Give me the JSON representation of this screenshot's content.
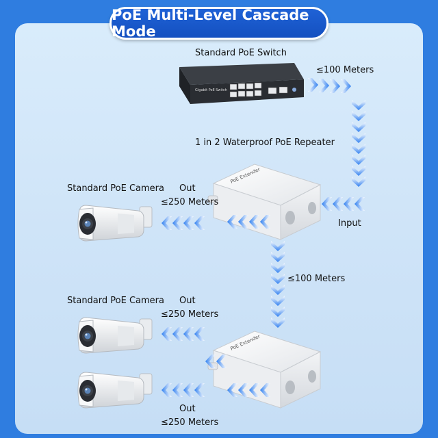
{
  "title": "PoE Multi-Level Cascade Mode",
  "switch": {
    "label": "Standard PoE Switch",
    "front_text": "Gigabit PoE Switch",
    "distance": "≤100 Meters"
  },
  "repeater_top": {
    "label": "1 in 2 Waterproof PoE Repeater",
    "case_text": "PoE Extender",
    "input_label": "Input",
    "out_label": "Out",
    "out_distance": "≤250 Meters",
    "camera_label": "Standard PoE Camera"
  },
  "cascade": {
    "distance": "≤100 Meters"
  },
  "repeater_bottom": {
    "case_text": "PoE Extender",
    "out1_label": "Out",
    "out1_distance": "≤250 Meters",
    "camera1_label": "Standard PoE Camera",
    "out2_label": "Out",
    "out2_distance": "≤250 Meters"
  },
  "colors": {
    "background": "#2f7de0",
    "panel": "#d2e6f8",
    "title_pill": "#1a58cc",
    "arrow": "#2f7ff0"
  }
}
